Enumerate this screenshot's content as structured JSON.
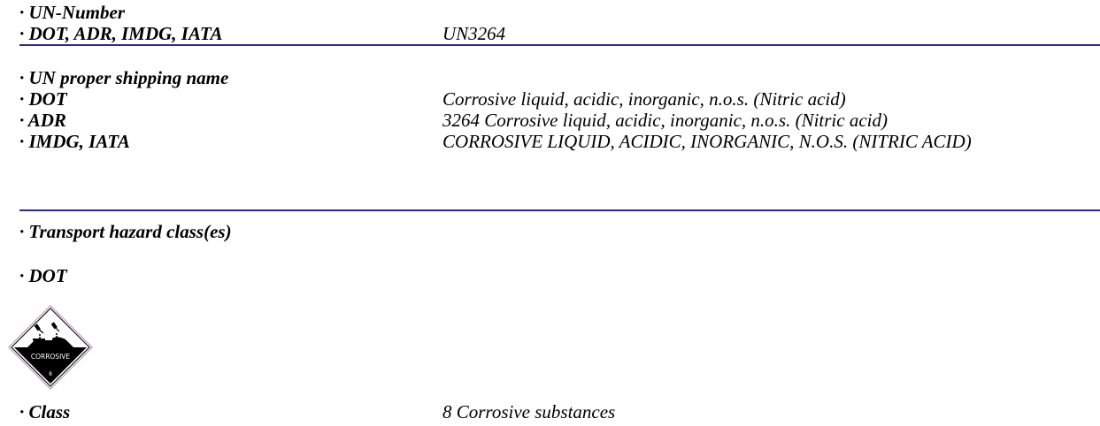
{
  "un_number": {
    "heading": "· UN-Number",
    "label": "· DOT, ADR, IMDG, IATA",
    "value": "UN3264"
  },
  "shipping_name": {
    "heading": "· UN proper shipping name",
    "rows": [
      {
        "label": "· DOT",
        "value": "Corrosive liquid, acidic, inorganic, n.o.s. (Nitric acid)"
      },
      {
        "label": "· ADR",
        "value": "3264 Corrosive liquid, acidic, inorganic, n.o.s. (Nitric acid)"
      },
      {
        "label": "· IMDG, IATA",
        "value": "CORROSIVE LIQUID, ACIDIC, INORGANIC, N.O.S. (NITRIC ACID)"
      }
    ]
  },
  "hazard_class": {
    "heading": "· Transport hazard class(es)",
    "dot_label": "· DOT",
    "placard": {
      "text": "CORROSIVE",
      "number": "8",
      "icon": "corrosive-hazard-icon"
    },
    "class_label": "· Class",
    "class_value": "8 Corrosive substances"
  },
  "colors": {
    "rule": "#2a2a9c",
    "placard_black": "#000000",
    "placard_border": "#c9a6c9"
  }
}
